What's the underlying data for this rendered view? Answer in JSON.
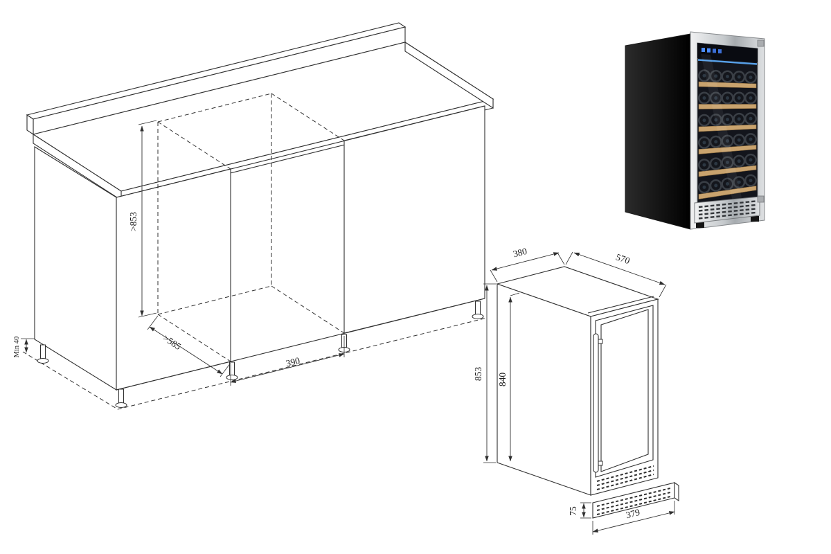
{
  "background": "#ffffff",
  "cabinet_drawing": {
    "dims": {
      "niche_height": ">853",
      "niche_depth": ">585",
      "niche_width": "390",
      "floor_clearance": "Min 40"
    }
  },
  "unit_drawing": {
    "dims": {
      "top_width": "380",
      "top_depth": "570",
      "overall_height": "853",
      "cabinet_height": "840",
      "vent_width": "379",
      "vent_height": "75"
    }
  },
  "product_photo": {
    "shelf_rows": 6,
    "bottles_per_row": 5
  }
}
